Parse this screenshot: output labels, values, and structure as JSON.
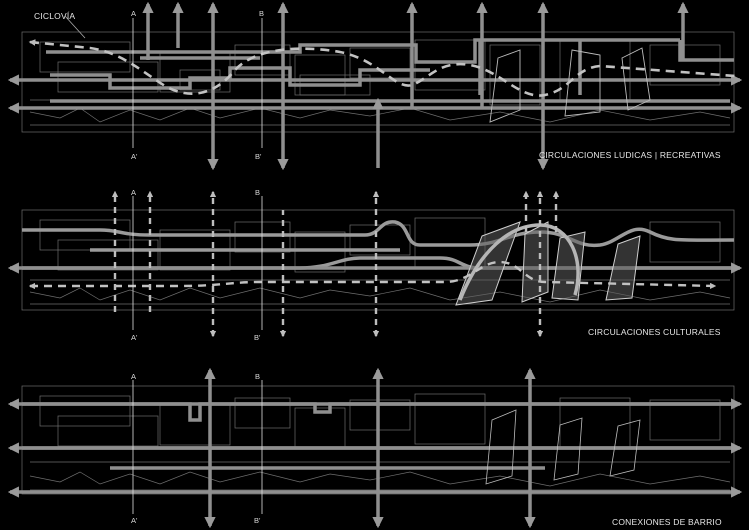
{
  "labels": {
    "cycleway": "CICLOVÍA",
    "panel1_title": "CIRCULACIONES LUDICAS | RECREATIVAS",
    "panel2_title": "CIRCULACIONES CULTURALES",
    "panel3_title": "CONEXIONES DE BARRIO"
  },
  "section_marks": {
    "a_top": "A",
    "a_bottom": "A'",
    "b_top": "B",
    "b_bottom": "B'"
  },
  "colors": {
    "background": "#000000",
    "plan_lines": "#8a8a8a",
    "circulation_lines": "#9a9a9a",
    "dashed_paths": "#bdbdbd",
    "highlight_planes": "#c8c8c8"
  }
}
